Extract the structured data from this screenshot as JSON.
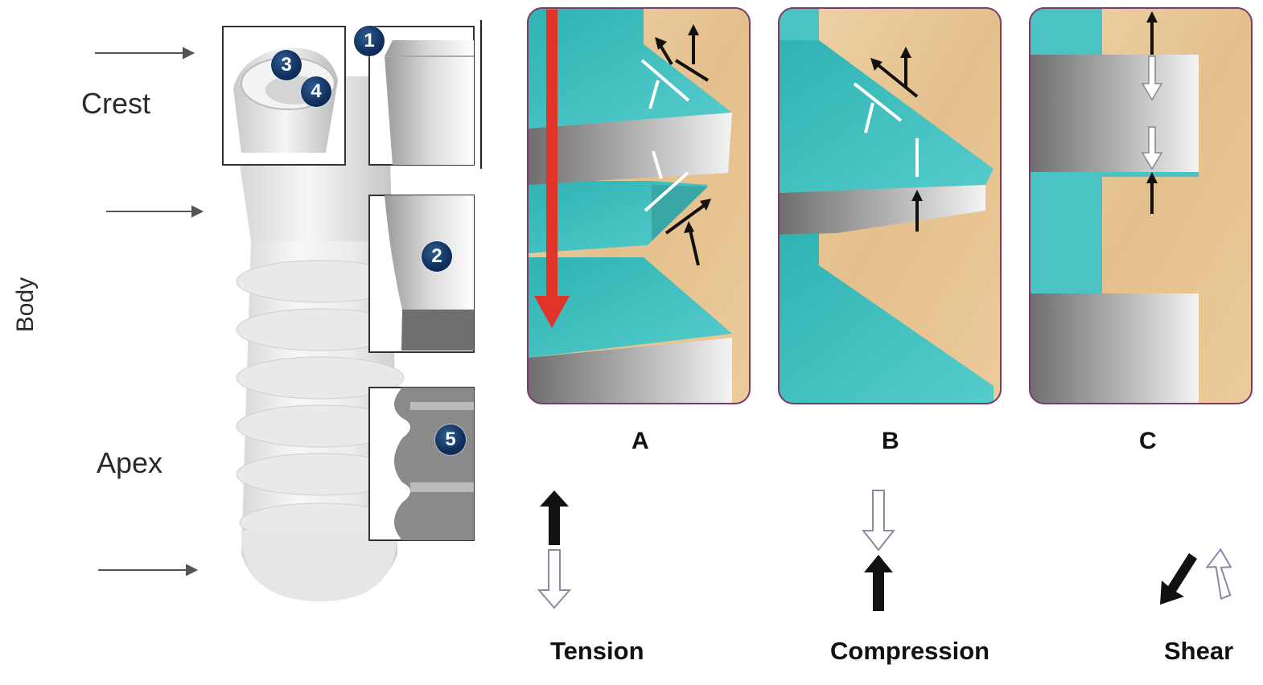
{
  "implant": {
    "crest_label": "Crest",
    "body_label": "Body",
    "apex_label": "Apex",
    "badges": [
      "1",
      "2",
      "3",
      "4",
      "5"
    ]
  },
  "panels": {
    "a_label": "A",
    "b_label": "B",
    "c_label": "C"
  },
  "forces": {
    "tension_label": "Tension",
    "compression_label": "Compression",
    "shear_label": "Shear"
  },
  "colors": {
    "thread_teal": "#4cc3c3",
    "bone_tan": "#e8c79a",
    "implant_gray": "#b8b8b8",
    "panel_border": "#7a3a6a",
    "load_arrow_red": "#e0332a"
  }
}
